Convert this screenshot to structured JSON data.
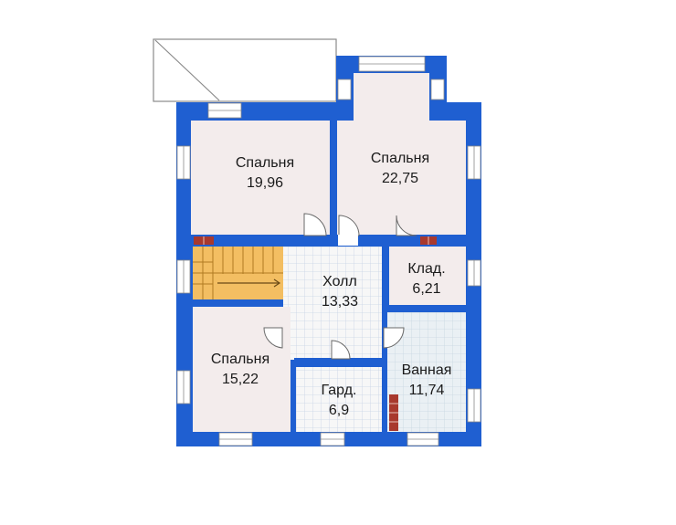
{
  "floor_plan": {
    "colors": {
      "wall": "#1f5fd1",
      "room_fill": "#f3ecec",
      "tile_fill": "#f7f7f7",
      "tile_grid": "#c8d3e6",
      "bath_fill": "#eaf0f4",
      "stairs": "#f3be62",
      "window": "#ffffff",
      "brick": "#a8392e"
    },
    "rooms": [
      {
        "id": "bedroom-1",
        "name": "Спальня",
        "area": "19,96"
      },
      {
        "id": "bedroom-2",
        "name": "Спальня",
        "area": "22,75"
      },
      {
        "id": "hall",
        "name": "Холл",
        "area": "13,33"
      },
      {
        "id": "storage",
        "name": "Клад.",
        "area": "6,21"
      },
      {
        "id": "bedroom-3",
        "name": "Спальня",
        "area": "15,22"
      },
      {
        "id": "wardrobe",
        "name": "Гард.",
        "area": "6,9"
      },
      {
        "id": "bathroom",
        "name": "Ванная",
        "area": "11,74"
      }
    ]
  }
}
